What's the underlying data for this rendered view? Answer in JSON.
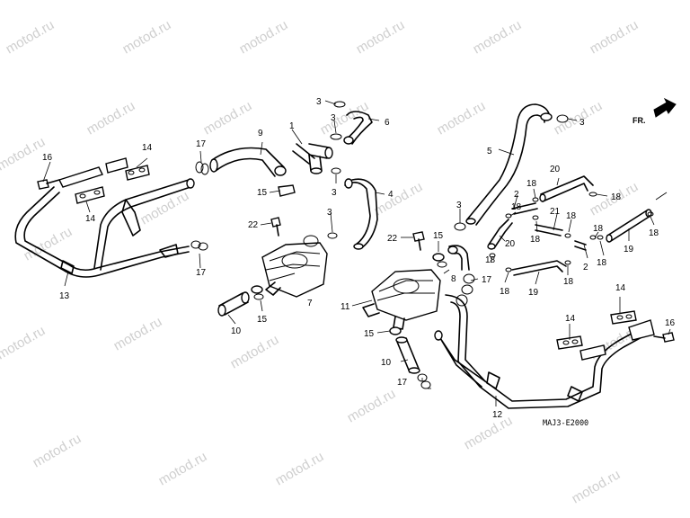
{
  "watermark": "motod.ru",
  "diagram_code": "MAJ3-E2000",
  "direction_label": "FR.",
  "callouts": {
    "c1": "1",
    "c2a": "2",
    "c2b": "2",
    "c3a": "3",
    "c3b": "3",
    "c3c": "3",
    "c3d": "3",
    "c3e": "3",
    "c3f": "3",
    "c4": "4",
    "c5": "5",
    "c6": "6",
    "c7": "7",
    "c8": "8",
    "c9": "9",
    "c10a": "10",
    "c10b": "10",
    "c11": "11",
    "c12": "12",
    "c13": "13",
    "c14a": "14",
    "c14b": "14",
    "c14c": "14",
    "c14d": "14",
    "c15a": "15",
    "c15b": "15",
    "c15c": "15",
    "c15d": "15",
    "c16a": "16",
    "c16b": "16",
    "c17a": "17",
    "c17b": "17",
    "c17c": "17",
    "c17d": "17",
    "c18a": "18",
    "c18b": "18",
    "c18c": "18",
    "c18d": "18",
    "c18e": "18",
    "c18f": "18",
    "c18g": "18",
    "c18h": "18",
    "c18i": "18",
    "c18j": "18",
    "c18k": "18",
    "c19a": "19",
    "c19b": "19",
    "c20a": "20",
    "c20b": "20",
    "c21": "21",
    "c22a": "22",
    "c22b": "22"
  }
}
